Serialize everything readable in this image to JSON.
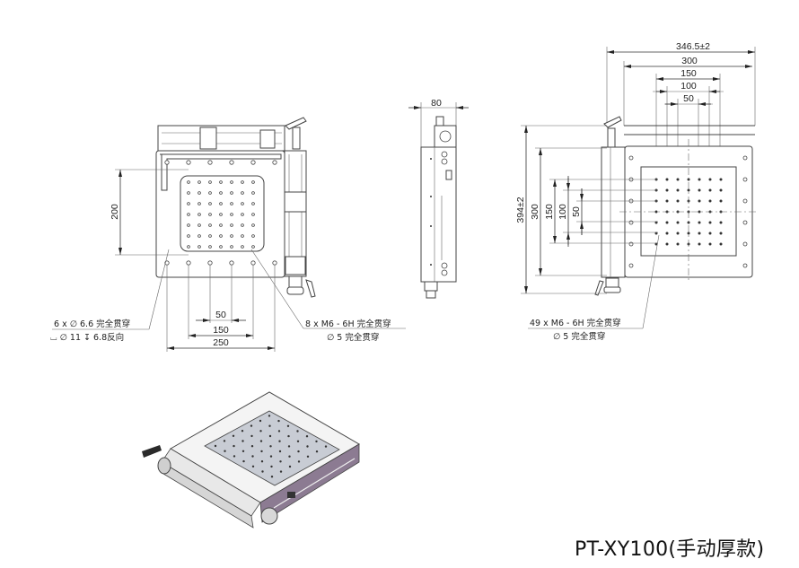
{
  "title": "PT-XY100(手动厚款)",
  "views": {
    "top_view": {
      "dims": {
        "height_200": "200",
        "w50": "50",
        "w150": "150",
        "w250": "250"
      },
      "notes": {
        "left_line1": "6 x ∅ 6.6 完全贯穿",
        "left_line2": "⌴ ∅ 11 ↧ 6.8反向",
        "right_line1": "8 x  M6 - 6H 完全贯穿",
        "right_line2": "∅ 5 完全贯穿"
      }
    },
    "side_view": {
      "dims": {
        "width_80": "80"
      }
    },
    "right_view": {
      "dims": {
        "h346": "346.5±2",
        "h300": "300",
        "h150": "150",
        "h100": "100",
        "h50": "50",
        "v394": "394±2",
        "v300": "300",
        "v150": "150",
        "v100": "100",
        "v50": "50"
      },
      "notes": {
        "line1": "49 x  M6 - 6H 完全贯穿",
        "line2": "∅ 5 完全贯穿"
      }
    },
    "iso_view": {
      "colors": {
        "plate": "#f4f4f4",
        "table": "#c8ccd4",
        "side_purple": "#8c7b92",
        "side_grey": "#d6d6d6",
        "handle": "#2a2a2a"
      }
    }
  }
}
